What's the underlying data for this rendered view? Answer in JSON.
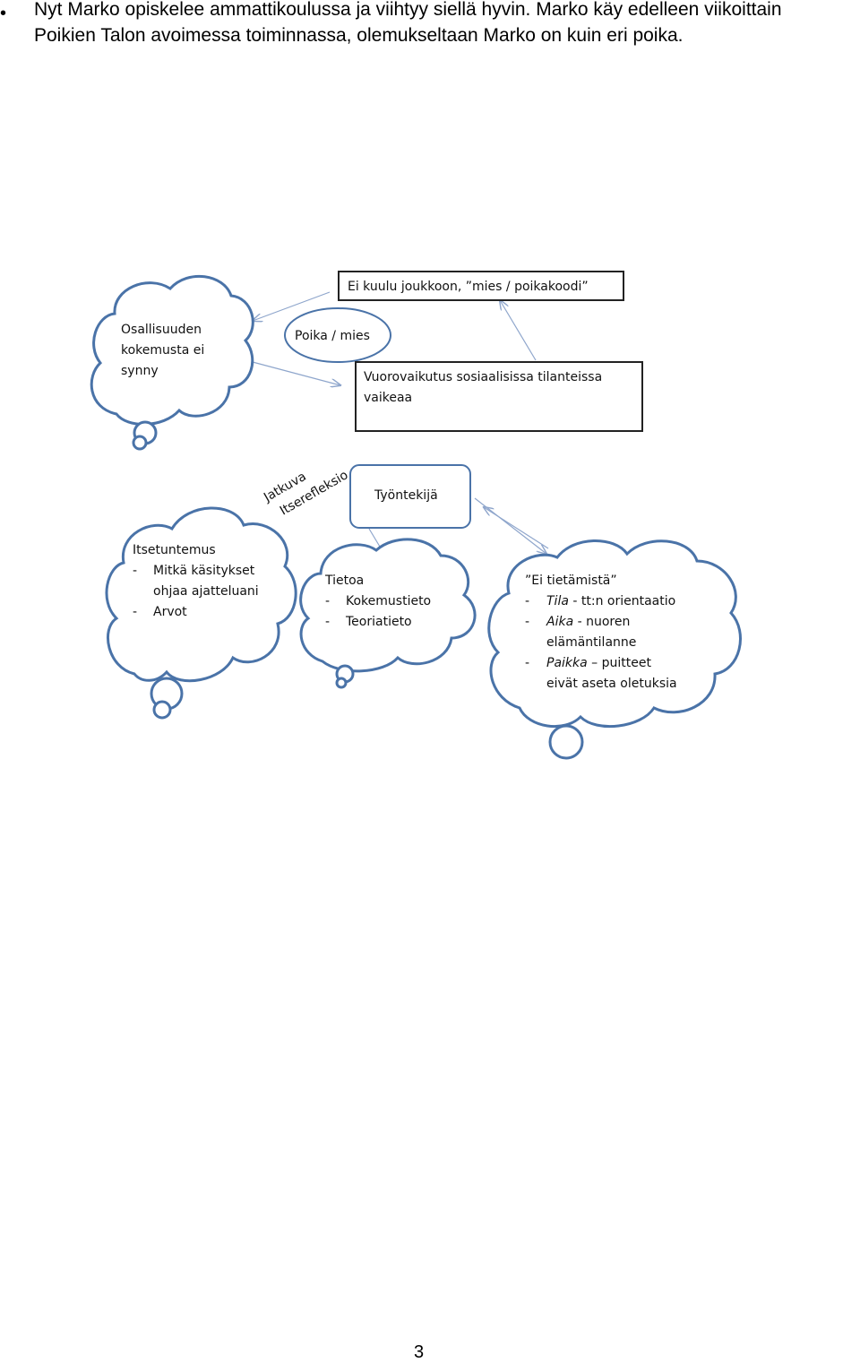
{
  "paragraph": {
    "bullet": "•",
    "line1": "Nyt Marko opiskelee ammattikoulussa ja viihtyy siellä hyvin. Marko käy edelleen viikoittain",
    "line2": "Poikien Talon avoimessa toiminnassa, olemukseltaan Marko on kuin eri poika."
  },
  "diagram": {
    "top_box": "Ei kuulu joukkoon, ”mies / poikakoodi”",
    "poika_mies": "Poika / mies",
    "cloud_osallisuus": [
      "Osallisuuden",
      "kokemusta ei",
      "synny"
    ],
    "vuorovaikutus": [
      "Vuorovaikutus sosiaalisissa tilanteissa",
      "vaikeaa"
    ],
    "jatkuva": [
      "Jatkuva",
      "Itserefleksio"
    ],
    "tyontekija": "Työntekijä",
    "itsetuntemus": {
      "title": "Itsetuntemus",
      "item1_dash": "-",
      "item1_a": "Mitkä käsitykset",
      "item1_b": "ohjaa ajatteluani",
      "item2_dash": "-",
      "item2": "Arvot"
    },
    "tietoa": {
      "title": "Tietoa",
      "item1_dash": "-",
      "item1": "Kokemustieto",
      "item2_dash": "-",
      "item2": "Teoriatieto"
    },
    "ei_tietamista": {
      "title": "”Ei tietämistä”",
      "item1_dash": "-",
      "item1_em": "Tila",
      "item1_rest": " -  tt:n orientaatio",
      "item2_dash": "-",
      "item2_em": "Aika",
      "item2_rest": " - nuoren",
      "item2_cont": "elämäntilanne",
      "item3_dash": "-",
      "item3_em": "Paikka",
      "item3_rest": " – puitteet",
      "item3_cont": "eivät aseta oletuksia"
    }
  },
  "page_number": "3",
  "colors": {
    "cloud_stroke": "#4a73a8",
    "arrow": "#8fa6cc",
    "box_stroke": "#222222"
  }
}
